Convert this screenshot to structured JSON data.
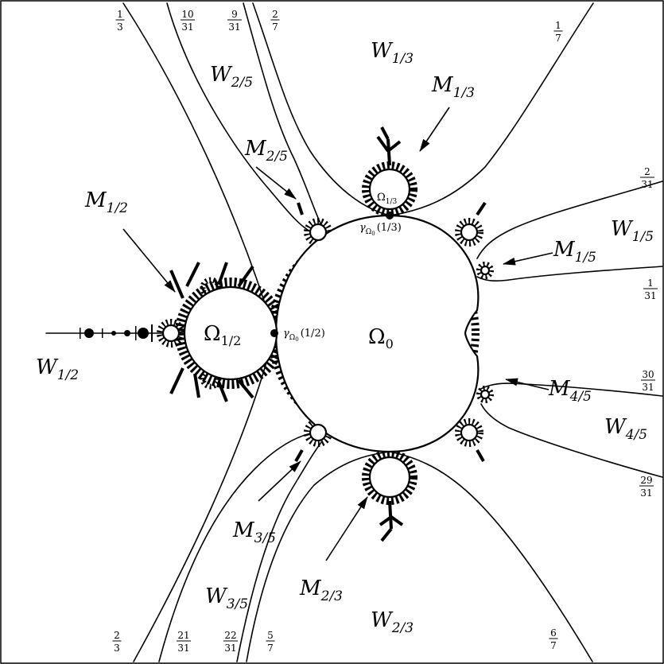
{
  "regions": {
    "main_cardioid": "Ω",
    "main_cardioid_sub": "0",
    "bulb_half": "Ω",
    "bulb_half_sub": "1/2",
    "bulb_third": "Ω",
    "bulb_third_sub": "1/3"
  },
  "points": {
    "gamma_half": {
      "symbol": "γ",
      "sub": "Ω",
      "sub2": "0",
      "arg": "(1/2)"
    },
    "gamma_third": {
      "symbol": "γ",
      "sub": "Ω",
      "sub2": "0",
      "arg": "(1/3)"
    }
  },
  "wakes": [
    {
      "id": "w12",
      "main": "W",
      "sub": "1/2"
    },
    {
      "id": "w13",
      "main": "W",
      "sub": "1/3"
    },
    {
      "id": "w25",
      "main": "W",
      "sub": "2/5"
    },
    {
      "id": "w15",
      "main": "W",
      "sub": "1/5"
    },
    {
      "id": "w45",
      "main": "W",
      "sub": "4/5"
    },
    {
      "id": "w35",
      "main": "W",
      "sub": "3/5"
    },
    {
      "id": "w23",
      "main": "W",
      "sub": "2/3"
    }
  ],
  "limbs": [
    {
      "id": "m12",
      "main": "M",
      "sub": "1/2"
    },
    {
      "id": "m13",
      "main": "M",
      "sub": "1/3"
    },
    {
      "id": "m25",
      "main": "M",
      "sub": "2/5"
    },
    {
      "id": "m15",
      "main": "M",
      "sub": "1/5"
    },
    {
      "id": "m45",
      "main": "M",
      "sub": "4/5"
    },
    {
      "id": "m35",
      "main": "M",
      "sub": "3/5"
    },
    {
      "id": "m23",
      "main": "M",
      "sub": "2/3"
    }
  ],
  "ray_angles": [
    {
      "id": "a1_3",
      "num": "1",
      "den": "3"
    },
    {
      "id": "a10_31",
      "num": "10",
      "den": "31"
    },
    {
      "id": "a9_31",
      "num": "9",
      "den": "31"
    },
    {
      "id": "a2_7",
      "num": "2",
      "den": "7"
    },
    {
      "id": "a1_7",
      "num": "1",
      "den": "7"
    },
    {
      "id": "a2_31",
      "num": "2",
      "den": "31"
    },
    {
      "id": "a1_31",
      "num": "1",
      "den": "31"
    },
    {
      "id": "a30_31",
      "num": "30",
      "den": "31"
    },
    {
      "id": "a29_31",
      "num": "29",
      "den": "31"
    },
    {
      "id": "a2_3",
      "num": "2",
      "den": "3"
    },
    {
      "id": "a21_31",
      "num": "21",
      "den": "31"
    },
    {
      "id": "a22_31",
      "num": "22",
      "den": "31"
    },
    {
      "id": "a5_7",
      "num": "5",
      "den": "7"
    },
    {
      "id": "a6_7",
      "num": "6",
      "den": "7"
    }
  ]
}
